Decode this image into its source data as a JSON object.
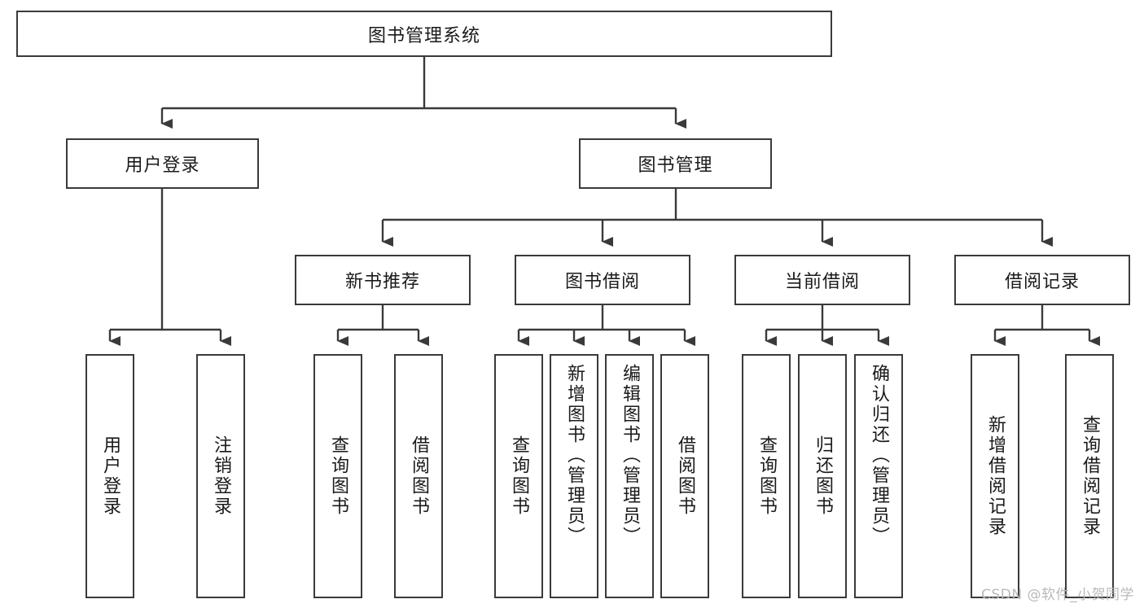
{
  "diagram": {
    "title": "图书管理系统",
    "type": "tree-hierarchy",
    "watermark": "CSDN @软件_小贺同学",
    "colors": {
      "box_border": "#3a3a3a",
      "box_fill": "#ffffff",
      "connector": "#3a3a3a",
      "text": "#1a1a1a",
      "watermark": "#b9b9b9"
    },
    "root": {
      "label": "图书管理系统"
    },
    "level2": [
      {
        "label": "用户登录"
      },
      {
        "label": "图书管理"
      }
    ],
    "level3": [
      {
        "label": "新书推荐"
      },
      {
        "label": "图书借阅"
      },
      {
        "label": "当前借阅"
      },
      {
        "label": "借阅记录"
      }
    ],
    "leaves": {
      "user_login": [
        {
          "label": "用户登录"
        },
        {
          "label": "注销登录"
        }
      ],
      "new_book": [
        {
          "label": "查询图书"
        },
        {
          "label": "借阅图书"
        }
      ],
      "book_borrow": [
        {
          "label": "查询图书"
        },
        {
          "label": "新增图书（管理员）"
        },
        {
          "label": "编辑图书（管理员）"
        },
        {
          "label": "借阅图书"
        }
      ],
      "current_borrow": [
        {
          "label": "查询图书"
        },
        {
          "label": "归还图书"
        },
        {
          "label": "确认归还（管理员）"
        }
      ],
      "borrow_record": [
        {
          "label": "新增借阅记录"
        },
        {
          "label": "查询借阅记录"
        }
      ]
    }
  }
}
